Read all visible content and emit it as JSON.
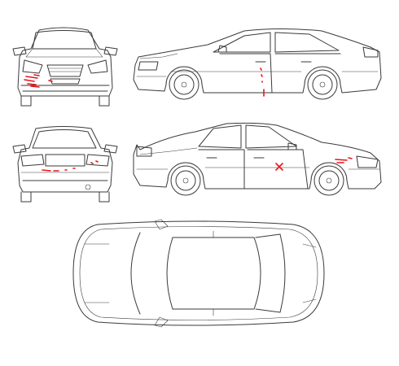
{
  "figure": {
    "views": [
      {
        "name": "front",
        "label": ""
      },
      {
        "name": "right-side",
        "label": ""
      },
      {
        "name": "rear",
        "label": ""
      },
      {
        "name": "left-side",
        "label": ""
      },
      {
        "name": "top",
        "label": ""
      }
    ]
  },
  "colors": {
    "line": "#3a3a3a",
    "damage": "#e8141c",
    "background": "#ffffff"
  }
}
